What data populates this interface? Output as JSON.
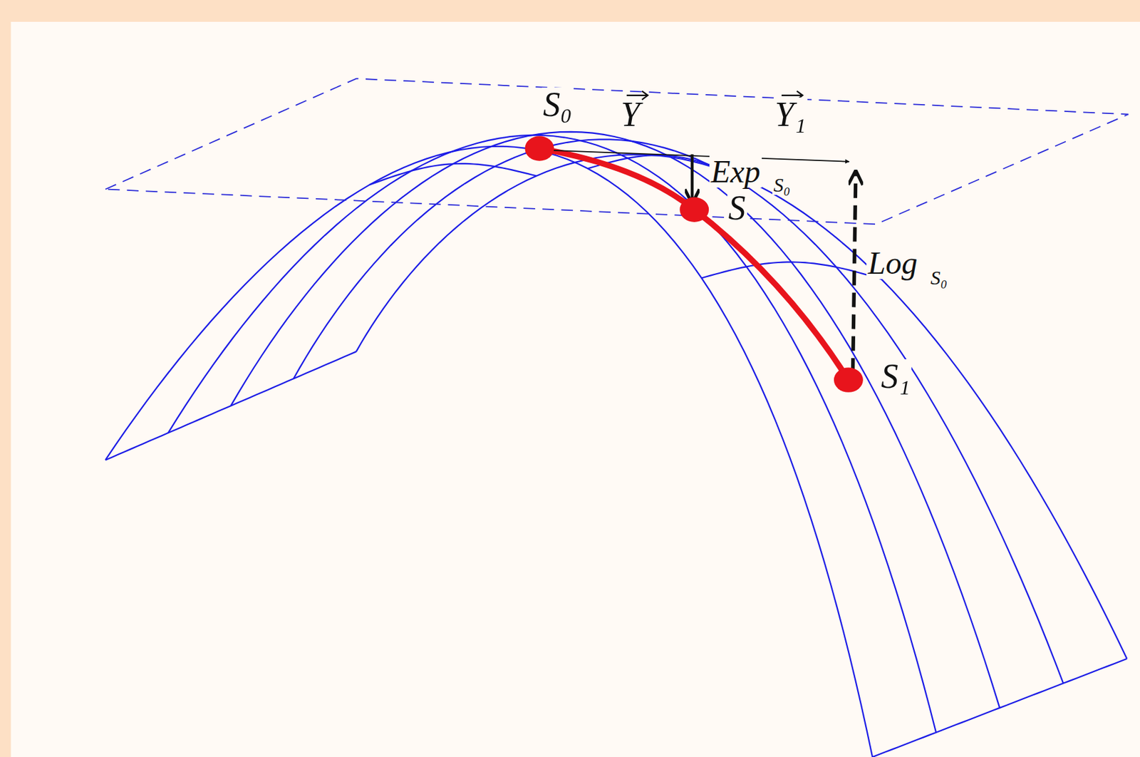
{
  "diagram": {
    "labels": [
      "S₀",
      "Y",
      "Y₁",
      "Exp",
      "S₀",
      "S",
      "Log",
      "S₀",
      "S₁"
    ]
  }
}
